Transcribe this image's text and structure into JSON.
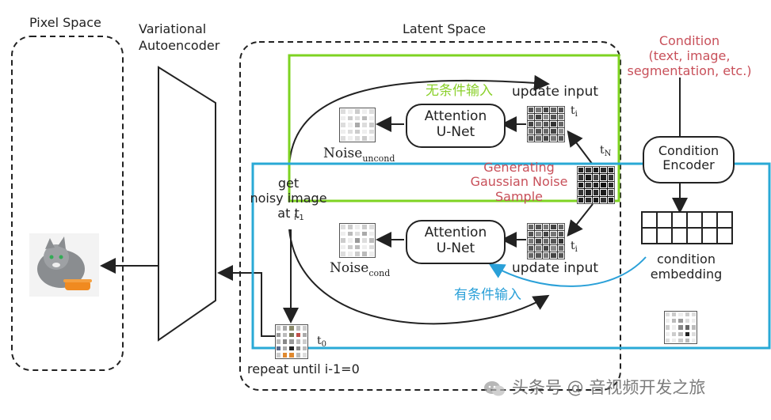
{
  "labels": {
    "pixel_space": "Pixel Space",
    "vae": "Variational\nAutoencoder",
    "latent_space": "Latent Space",
    "condition": "Condition\n(text, image,\nsegmentation, etc.)",
    "uncond_input_cn": "无条件输入",
    "cond_input_cn": "有条件输入",
    "update_input_top": "update input",
    "update_input_bottom": "update input",
    "attention_unet_top": "Attention\nU-Net",
    "attention_unet_bottom": "Attention\nU-Net",
    "noise_uncond": "Noise",
    "noise_uncond_sub": "uncond",
    "noise_cond": "Noise",
    "noise_cond_sub": "cond",
    "t_i_top": "t",
    "t_i_top_sub": "i",
    "t_n": "t",
    "t_n_sub": "N",
    "t_i_bottom": "t",
    "t_i_bottom_sub": "i",
    "t_0": "t",
    "t_0_sub": "0",
    "generating_noise": "Generating\nGaussian Noise\nSample",
    "get_noisy": "get\nnoisy image\nat t",
    "get_noisy_sub": "i-1",
    "condition_encoder": "Condition\nEncoder",
    "condition_embedding": "condition\nembedding",
    "repeat_until": "repeat until i-1=0",
    "watermark": "头条号 @ 音视频开发之旅"
  },
  "colors": {
    "green_box": "#7ed321",
    "blue_box": "#29a9d6",
    "condition_text": "#c8505a",
    "cn_uncond": "#8ad02a",
    "cn_cond": "#2aa0d8"
  },
  "icons": {
    "cat_image": "cat-photo",
    "watermark_logo": "wechat-logo"
  }
}
